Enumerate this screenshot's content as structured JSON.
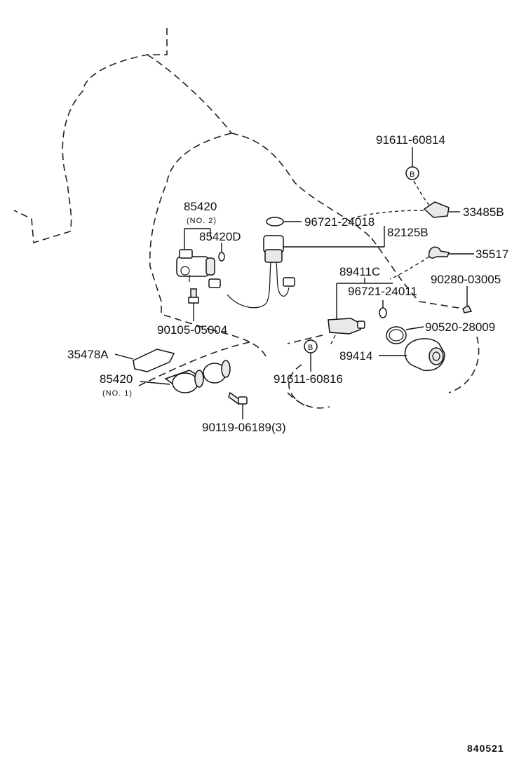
{
  "diagram_code": "840521",
  "labels": {
    "p91611_60814": "91611-60814",
    "p33485B": "33485B",
    "p85420_no2": "85420",
    "no2": "(NO. 2)",
    "p85420D": "85420D",
    "p96721_24018": "96721-24018",
    "p82125B": "82125B",
    "p35517": "35517",
    "p89411C": "89411C",
    "p96721_24011": "96721-24011",
    "p90280_03005": "90280-03005",
    "p90105_05004": "90105-05004",
    "p90520_28009": "90520-28009",
    "p35478A": "35478A",
    "p89414": "89414",
    "p85420_no1": "85420",
    "no1": "(NO. 1)",
    "p91611_60816": "91611-60816",
    "p90119_06189": "90119-06189(3)"
  }
}
